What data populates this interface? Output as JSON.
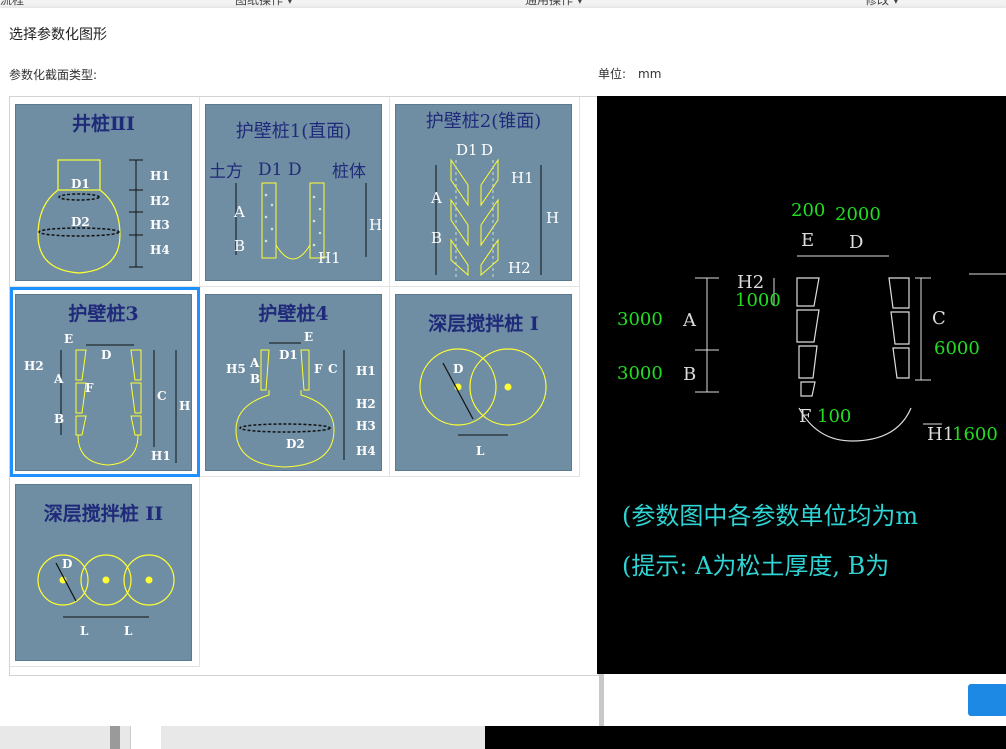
{
  "topbar": {
    "items": [
      "流程",
      "图纸操作 ▾",
      "通用操作 ▾",
      "修改 ▾"
    ]
  },
  "dialog": {
    "title": "选择参数化图形",
    "section_label": "参数化截面类型:",
    "unit_label": "单位:",
    "unit_value": "mm"
  },
  "cards": [
    {
      "title": "井桩ⅡI",
      "labels": [
        "D1",
        "D2",
        "H1",
        "H2",
        "H3",
        "H4"
      ]
    },
    {
      "title": "护壁桩1(直面)",
      "labels": [
        "土方",
        "D1",
        "D",
        "桩体",
        "A",
        "B",
        "H",
        "H1"
      ]
    },
    {
      "title": "护壁桩2(锥面)",
      "labels": [
        "D1",
        "D",
        "H1",
        "A",
        "B",
        "H",
        "H2"
      ]
    },
    {
      "title": "护壁桩3",
      "labels": [
        "E",
        "D",
        "H2",
        "A",
        "F",
        "B",
        "C",
        "H",
        "H1"
      ]
    },
    {
      "title": "护壁桩4",
      "labels": [
        "E",
        "D1",
        "A",
        "H5",
        "B",
        "F",
        "C",
        "H1",
        "H2",
        "H3",
        "D2",
        "H4"
      ]
    },
    {
      "title": "深层搅拌桩 I",
      "labels": [
        "D",
        "L"
      ]
    },
    {
      "title": "深层搅拌桩 II",
      "labels": [
        "D",
        "L",
        "L"
      ]
    }
  ],
  "preview": {
    "dims_green": [
      "200",
      "2000",
      "1000",
      "3000",
      "3000",
      "6000",
      "100",
      "1600"
    ],
    "dims_white": [
      "E",
      "D",
      "H2",
      "A",
      "B",
      "C",
      "F",
      "H1"
    ],
    "note1": "(参数图中各参数单位均为m",
    "note2": "(提示: A为松土厚度, B为"
  },
  "colors": {
    "card_bg": "#6f8ea3",
    "card_title": "#202a7a",
    "selected_border": "#1e90ff",
    "preview_bg": "#000000",
    "dim_green": "#22dd22",
    "note_cyan": "#2fd4d4",
    "yellow": "#ffff33"
  }
}
